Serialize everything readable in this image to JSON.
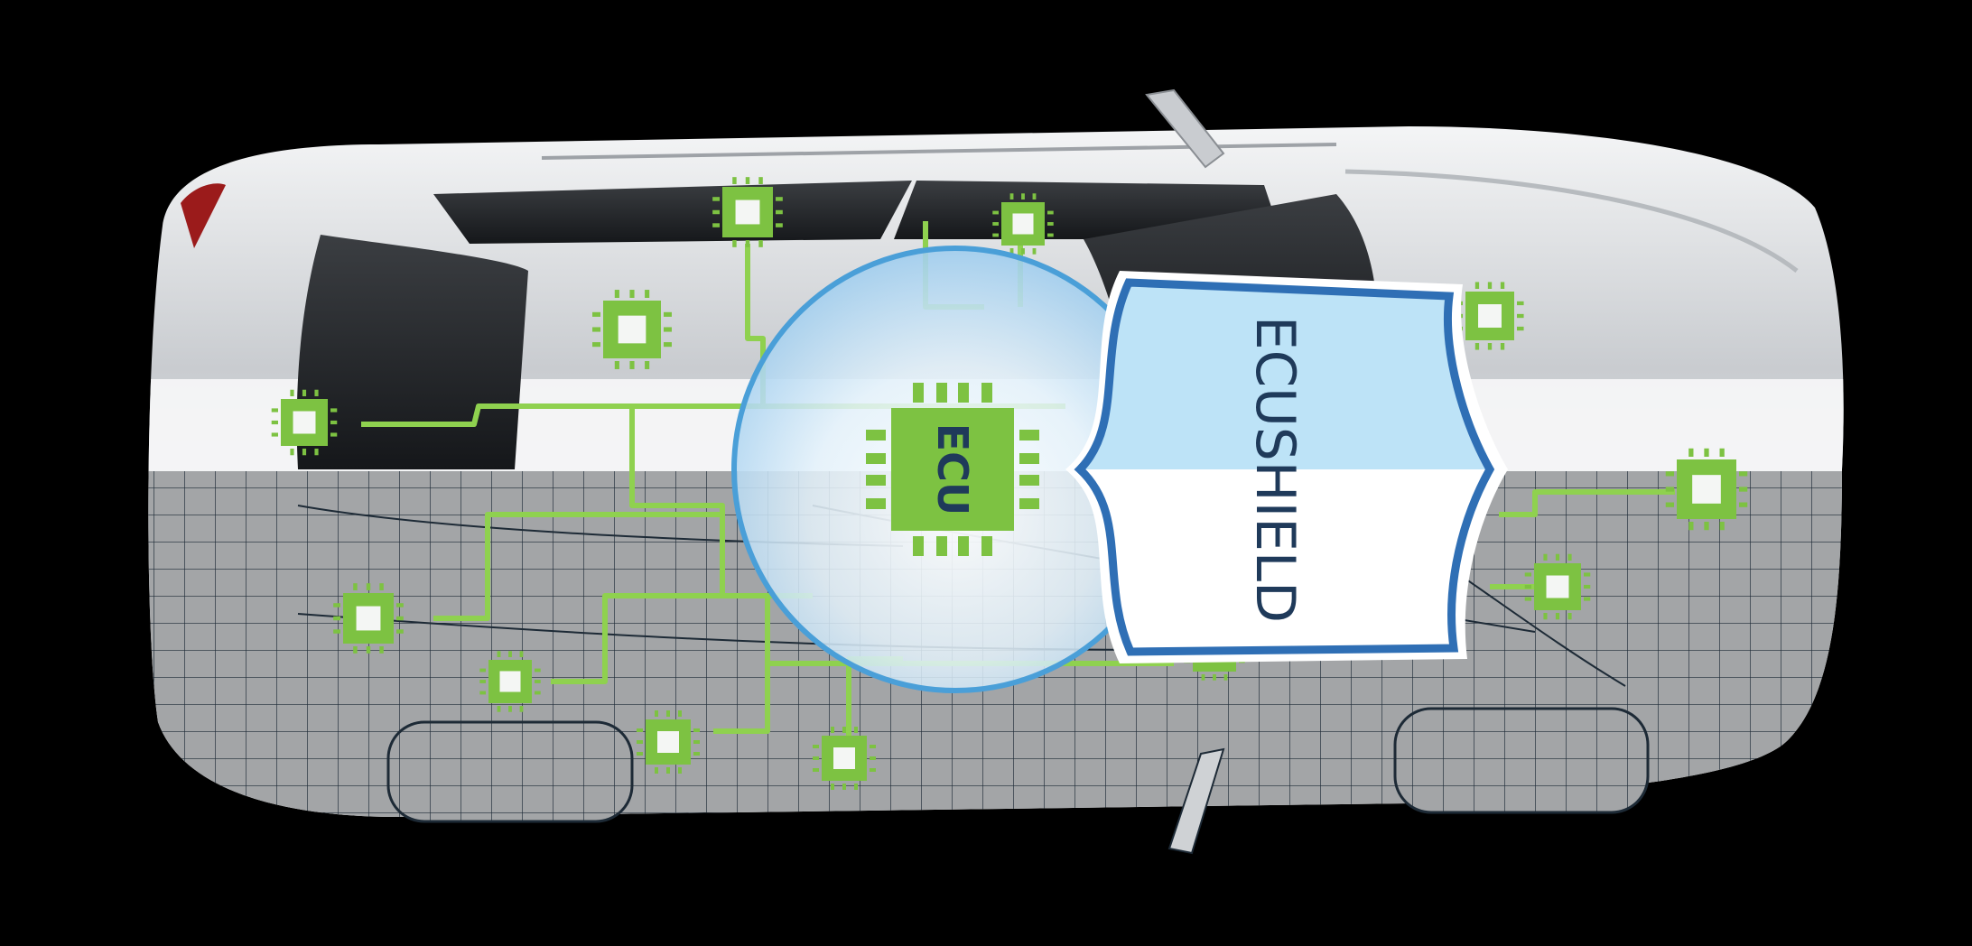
{
  "diagram": {
    "main_chip_label": "ECU",
    "shield_label": "ECUSHIELD"
  },
  "colors": {
    "background": "#000000",
    "chip_green": "#7dc242",
    "trace_green": "#8fd14f",
    "bubble_blue": "#4a9fd8",
    "shield_blue": "#2f6fb5",
    "shield_fill_top": "#bde3f7",
    "label_navy": "#1f3a5a",
    "car_silver": "#d9dbdd",
    "wireframe_gray": "#9a9c9e"
  },
  "icons": {
    "chip": "microchip-icon",
    "shield": "shield-icon",
    "car": "car-topview-illustration"
  }
}
